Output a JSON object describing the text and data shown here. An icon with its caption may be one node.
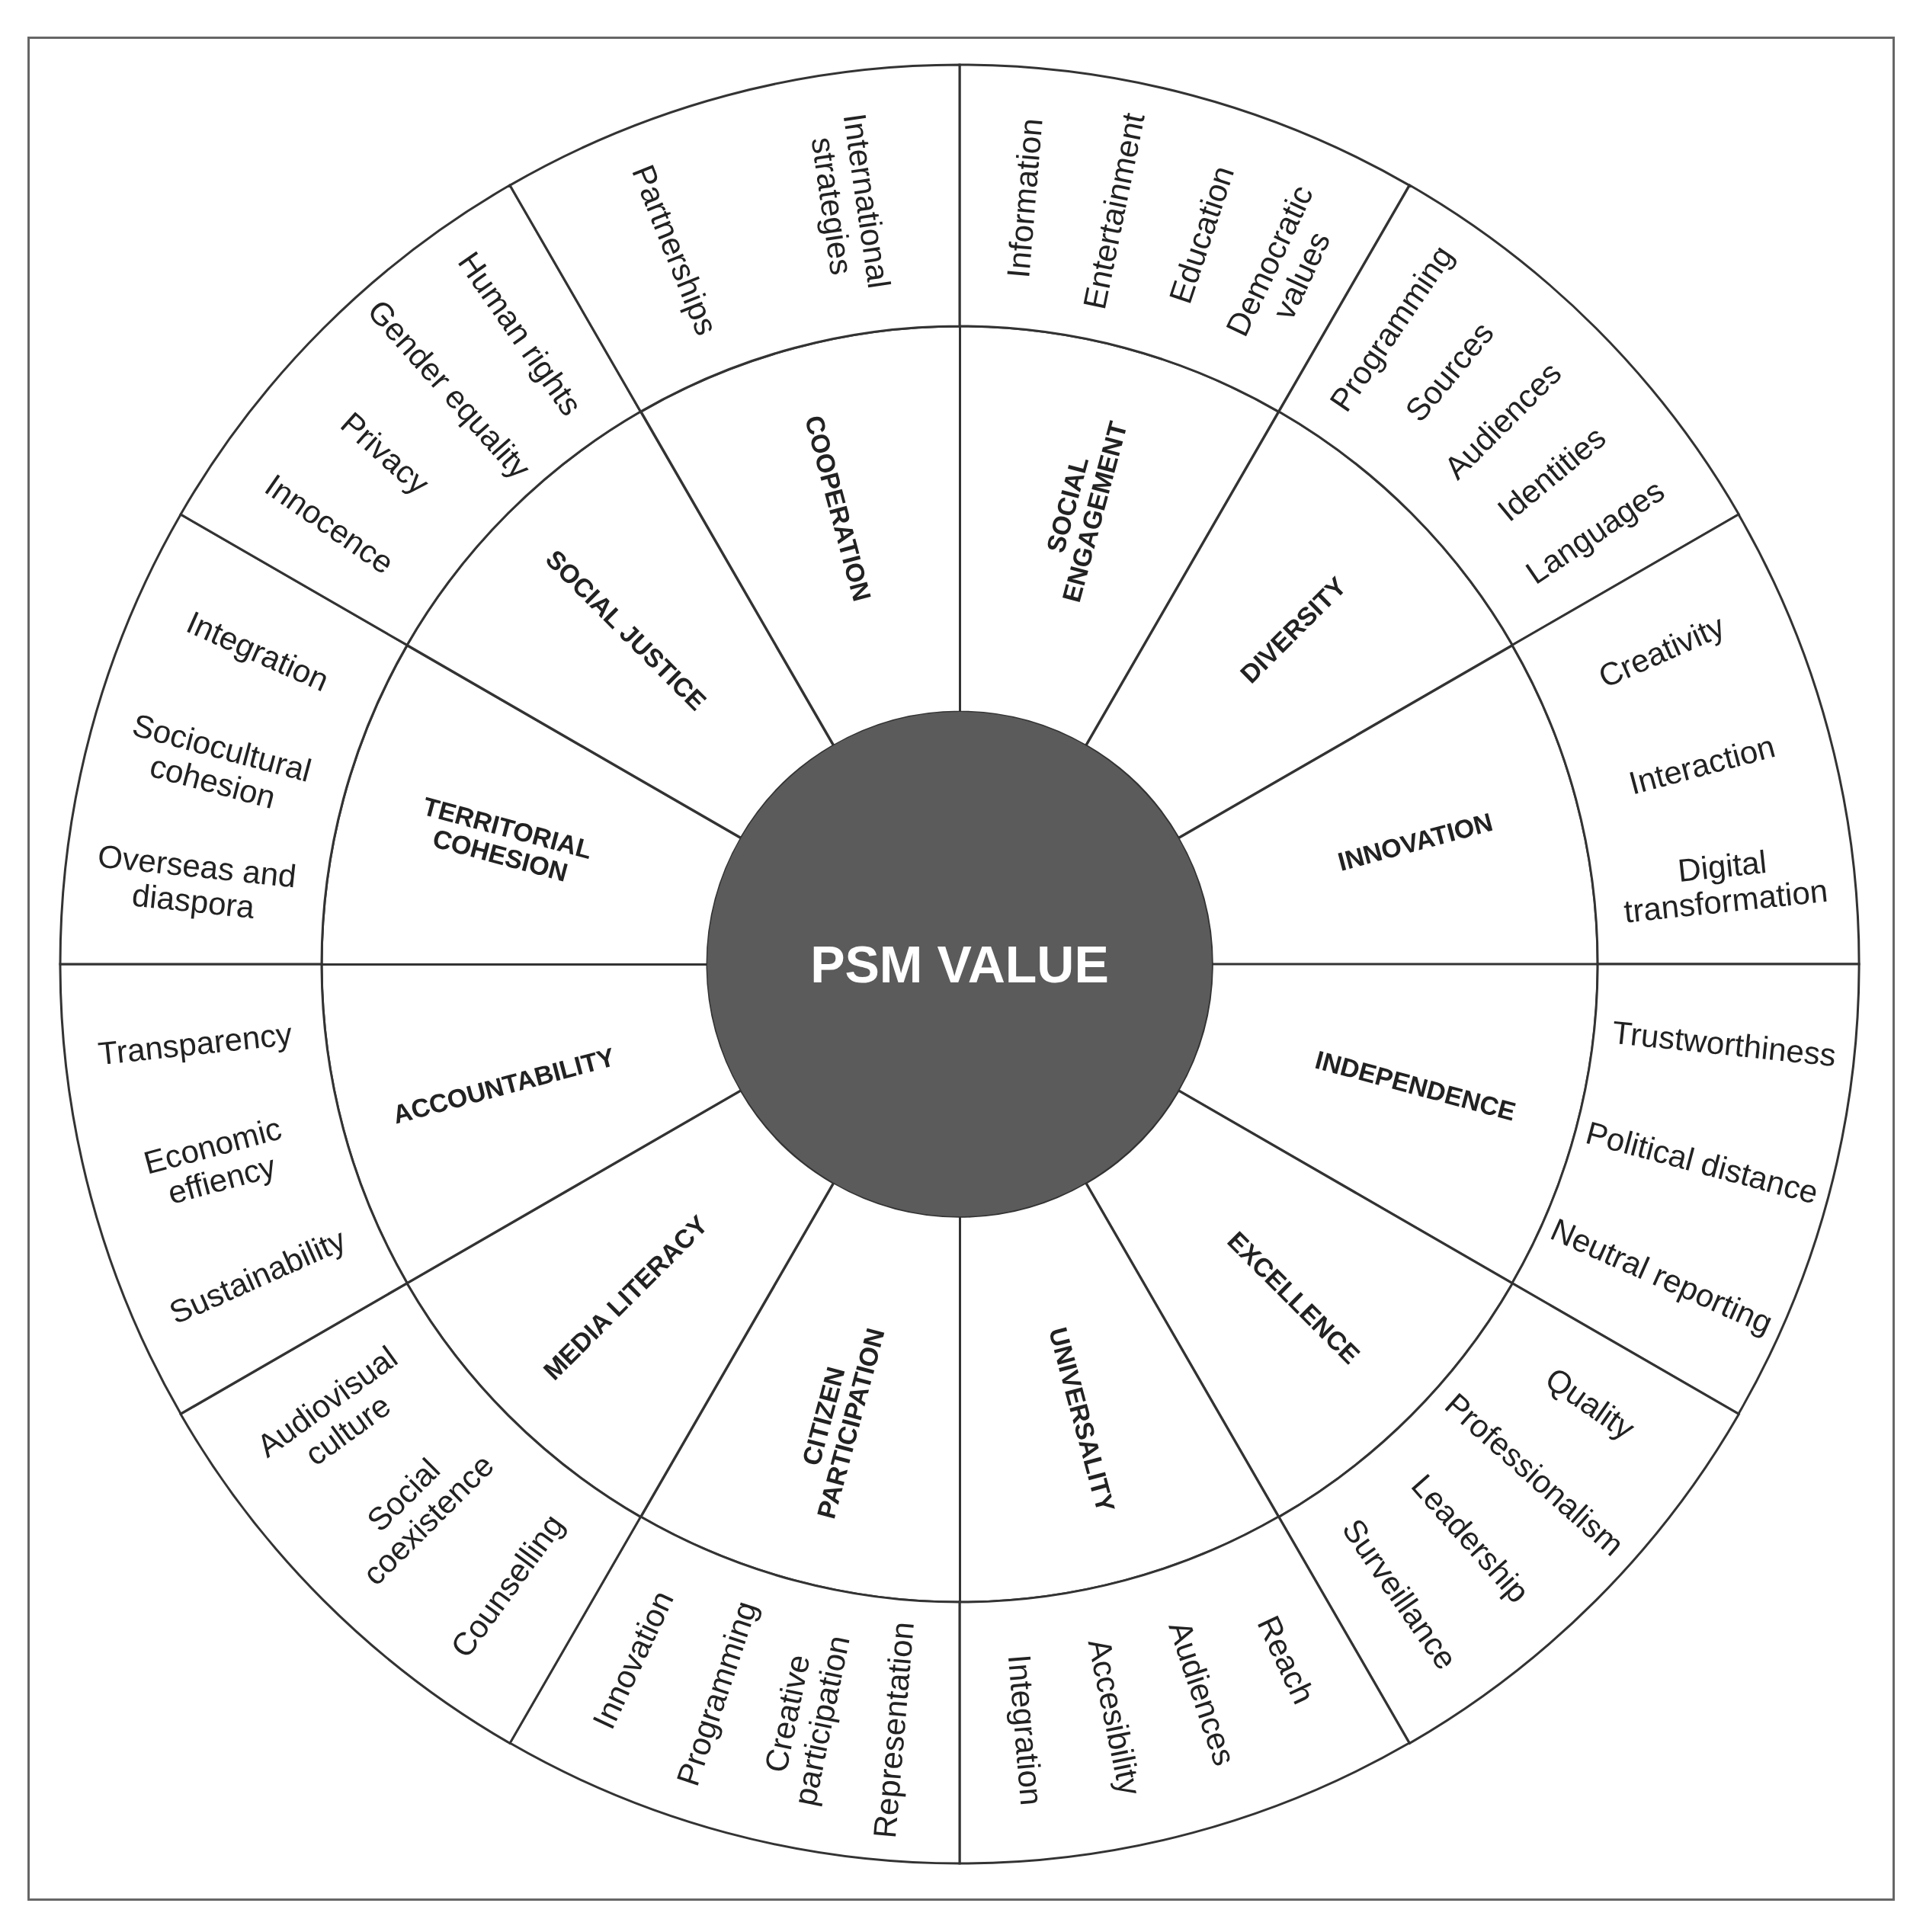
{
  "diagram": {
    "nodes": [
      {
        "text": [
          "PSM VALUE"
        ]
      },
      {
        "text": [
          "SOCIAL ENGAGEMENT"
        ]
      },
      {
        "text": [
          "DIVERSITY"
        ]
      },
      {
        "text": [
          "INNOVATION"
        ]
      },
      {
        "text": [
          "INDEPENDENCE"
        ]
      },
      {
        "text": [
          "EXCELLENCE"
        ]
      },
      {
        "text": [
          "UNIVERSALITY"
        ]
      },
      {
        "text": [
          "CITIZEN PARTICIPATION"
        ]
      },
      {
        "text": [
          "MEDIA LITERACY"
        ]
      },
      {
        "text": [
          "ACCOUNTABILITY"
        ]
      },
      {
        "text": [
          "TERRITORIAL COHESION"
        ]
      },
      {
        "text": [
          "SOCIAL JUSTICE"
        ]
      },
      {
        "text": [
          "COOPERATION"
        ]
      },
      {
        "text": [
          "Information",
          "Entertainment",
          "Education",
          "Democratic values"
        ]
      },
      {
        "text": [
          "Programming",
          "Sources",
          "Audiences",
          "Identities",
          "Languages"
        ]
      },
      {
        "text": [
          "Creativity",
          "Interaction",
          "Digital transformation"
        ]
      },
      {
        "text": [
          "Trustworthiness",
          "Political distance",
          "Neutral reporting"
        ]
      },
      {
        "text": [
          "Quality",
          "Professionalism",
          "Leadership",
          "Surveillance"
        ]
      },
      {
        "text": [
          "Reach",
          "Audiences",
          "Accesibility",
          "Integration"
        ]
      },
      {
        "text": [
          "Innovation",
          "Programming",
          "Creative participation",
          "Representation"
        ]
      },
      {
        "text": [
          "Audiovisual culture",
          "Social coexistence",
          "Counselling"
        ]
      },
      {
        "text": [
          "Transparency",
          "Economic effiency",
          "Sustainability"
        ]
      },
      {
        "text": [
          "Integration",
          "Sociocultural cohesion",
          "Overseas and diaspora"
        ]
      },
      {
        "text": [
          "Human rights",
          "Gender equality",
          "Privacy",
          "Innocence"
        ]
      },
      {
        "text": [
          "Partnerships",
          "International strategies"
        ]
      }
    ],
    "edges": []
  }
}
